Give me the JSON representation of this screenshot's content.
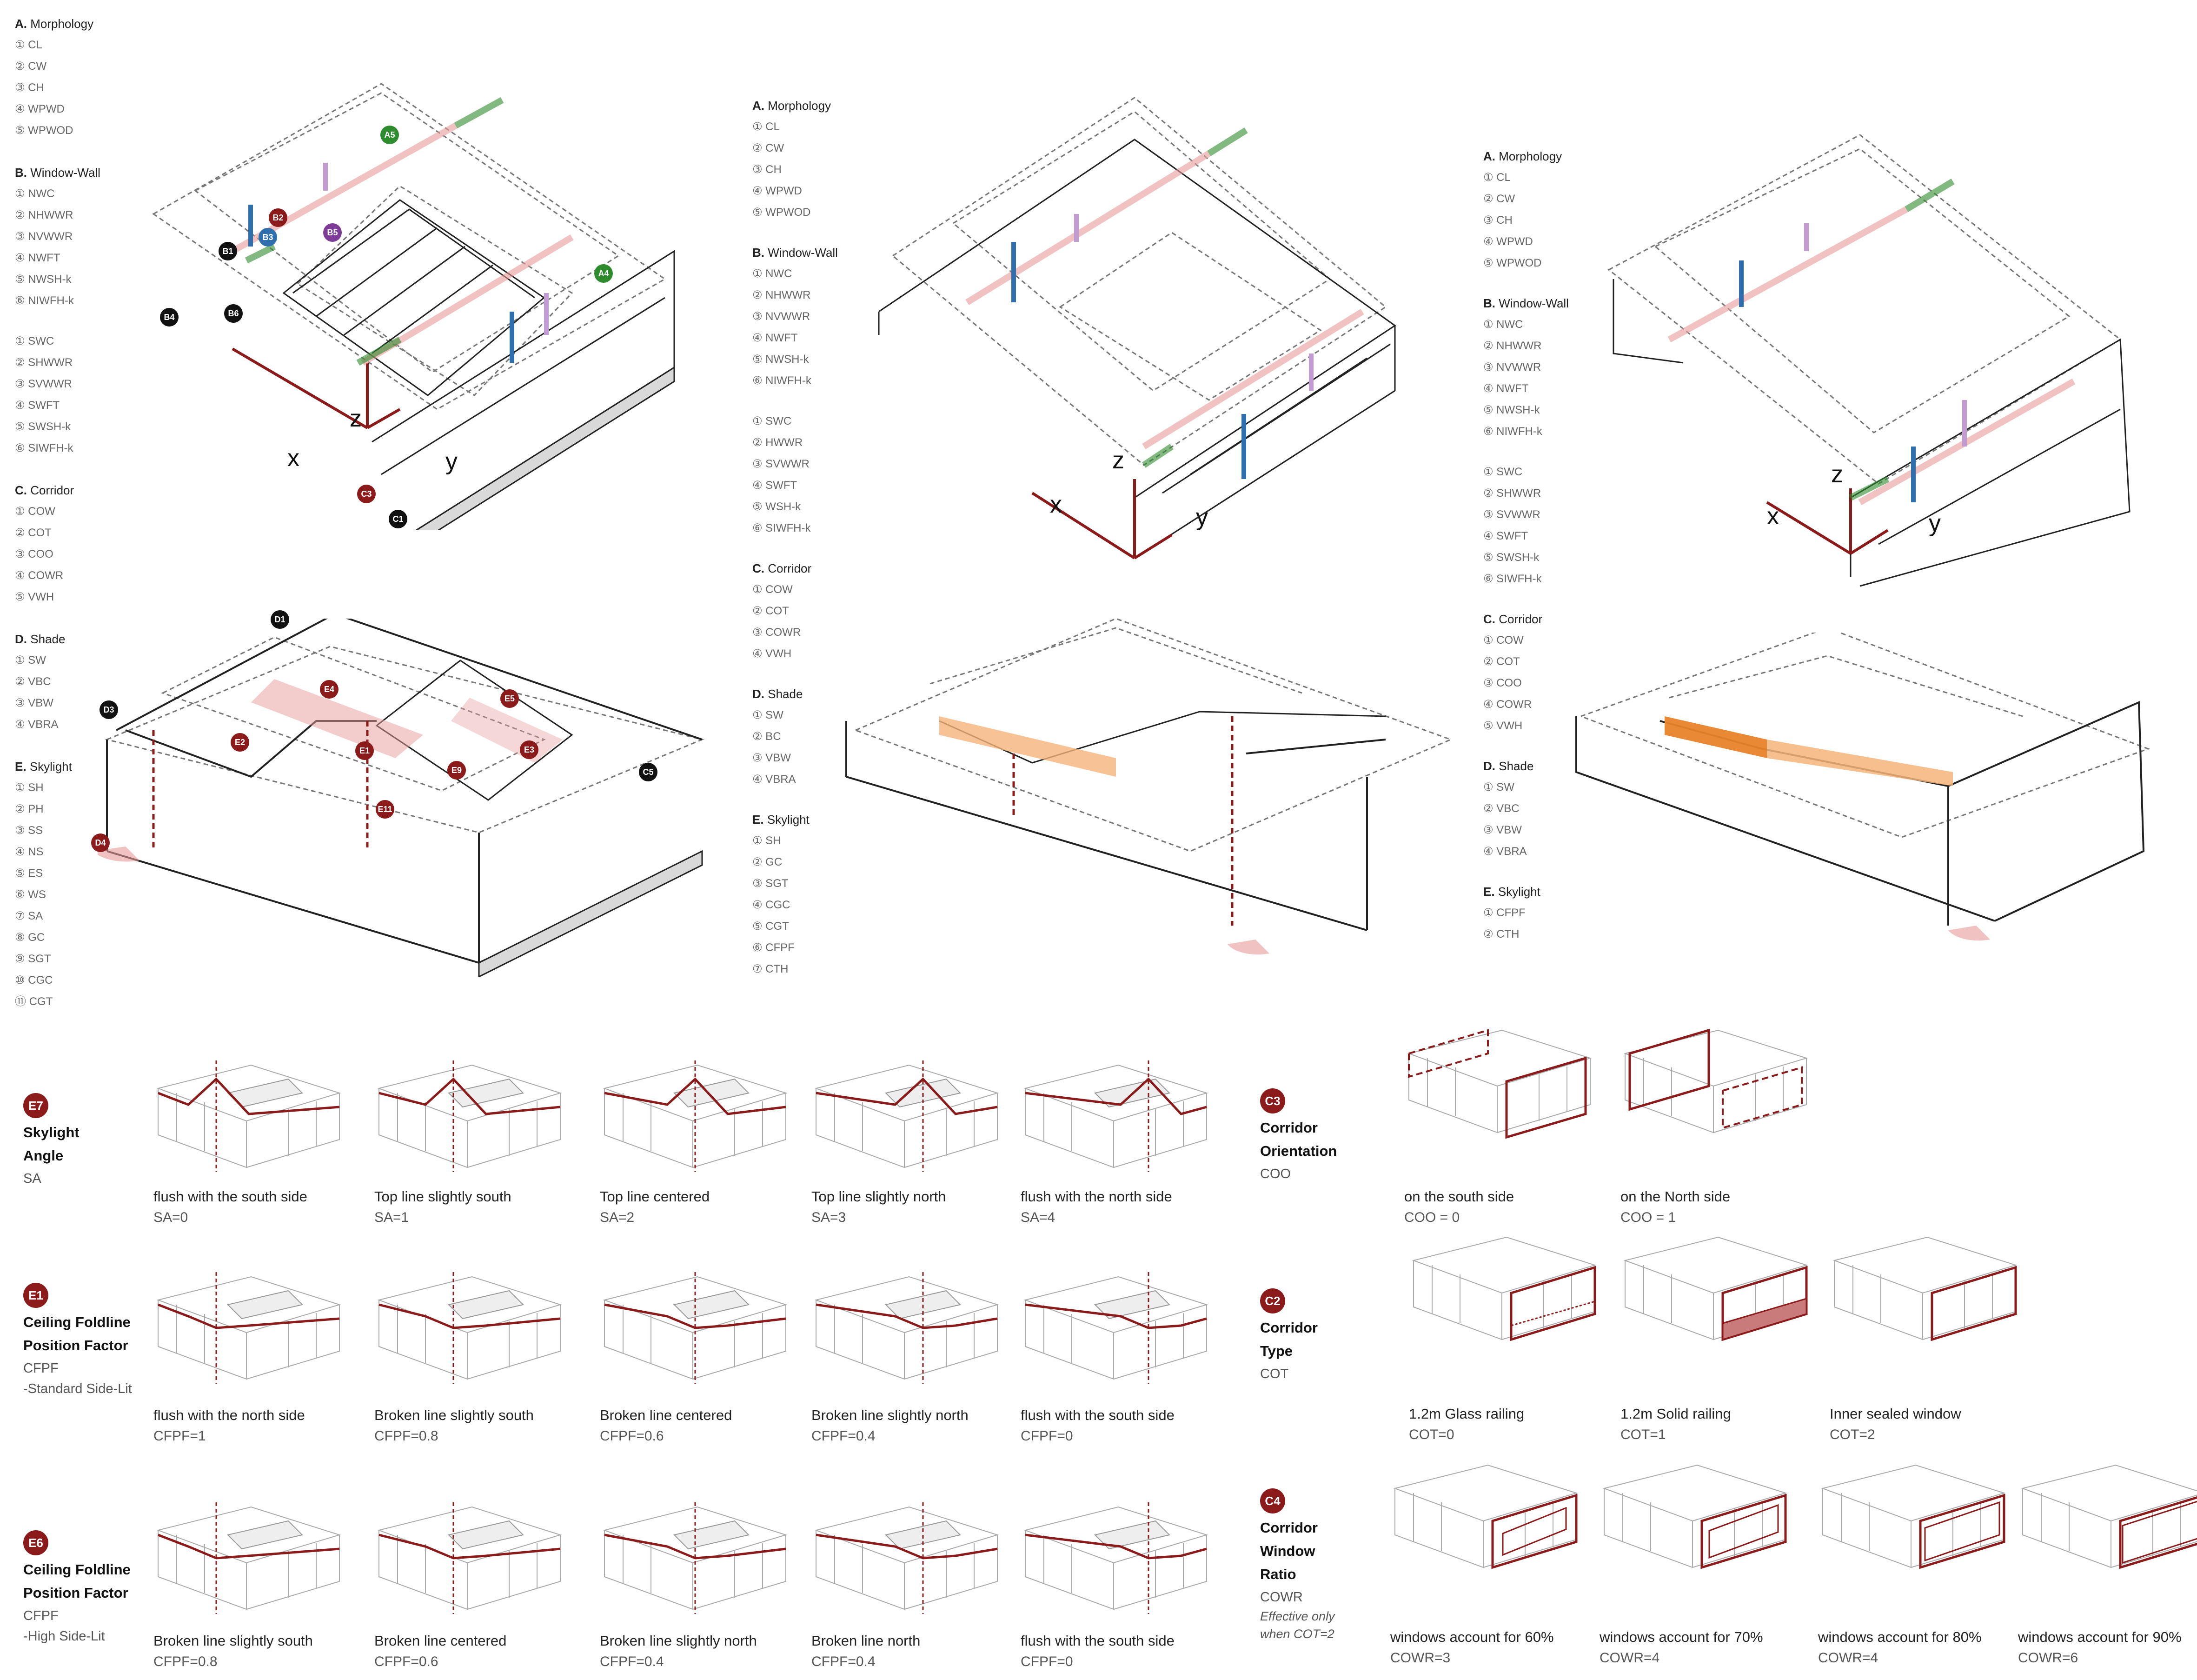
{
  "panel1": {
    "legend": [
      {
        "head": "A.",
        "title": "Morphology",
        "items": [
          "① CL",
          "② CW",
          "③ CH",
          "④ WPWD",
          "⑤ WPWOD"
        ]
      },
      {
        "head": "B.",
        "title": "Window-Wall",
        "items": [
          "① NWC",
          "② NHWWR",
          "③ NVWWR",
          "④ NWFT",
          "⑤ NWSH-k",
          "⑥ NIWFH-k",
          "① SWC",
          "② SHWWR",
          "③ SVWWR",
          "④ SWFT",
          "⑤ SWSH-k",
          "⑥ SIWFH-k"
        ]
      },
      {
        "head": "C.",
        "title": "Corridor",
        "items": [
          "① COW",
          "② COT",
          "③ COO",
          "④ COWR",
          "⑤ VWH"
        ]
      },
      {
        "head": "D.",
        "title": "Shade",
        "items": [
          "① SW",
          "② VBC",
          "③ VBW",
          "④ VBRA"
        ]
      },
      {
        "head": "E.",
        "title": "Skylight",
        "items": [
          "① SH",
          "② PH",
          "③ SS",
          "④ NS",
          "⑤ ES",
          "⑥ WS",
          "⑦ SA",
          "⑧ GC",
          "⑨ SGT",
          "⑩ CGC",
          "⑪ CGT"
        ]
      }
    ],
    "markers": [
      "A5",
      "B2",
      "B3",
      "B5",
      "A4",
      "B1",
      "B4",
      "B6",
      "C3",
      "C1",
      "D1",
      "D3",
      "E4",
      "E5",
      "E2",
      "E1",
      "E3",
      "E9",
      "E11",
      "D4",
      "C5"
    ]
  },
  "panel2": {
    "legend": [
      {
        "head": "A.",
        "title": "Morphology",
        "items": [
          "① CL",
          "② CW",
          "③ CH",
          "④ WPWD",
          "⑤ WPWOD"
        ]
      },
      {
        "head": "B.",
        "title": "Window-Wall",
        "items": [
          "① NWC",
          "② NHWWR",
          "③ NVWWR",
          "④ NWFT",
          "⑤ NWSH-k",
          "⑥ NIWFH-k",
          "① SWC",
          "② HWWR",
          "③ SVWWR",
          "④ SWFT",
          "⑤ WSH-k",
          "⑥ SIWFH-k"
        ]
      },
      {
        "head": "C.",
        "title": "Corridor",
        "items": [
          "① COW",
          "② COT",
          "③ COWR",
          "④ VWH"
        ]
      },
      {
        "head": "D.",
        "title": "Shade",
        "items": [
          "① SW",
          "② BC",
          "③ VBW",
          "④ VBRA"
        ]
      },
      {
        "head": "E.",
        "title": "Skylight",
        "items": [
          "① SH",
          "② GC",
          "③ SGT",
          "④ CGC",
          "⑤ CGT",
          "⑥ CFPF",
          "⑦ CTH"
        ]
      }
    ]
  },
  "panel3": {
    "legend": [
      {
        "head": "A.",
        "title": "Morphology",
        "items": [
          "① CL",
          "② CW",
          "③ CH",
          "④ WPWD",
          "⑤ WPWOD"
        ]
      },
      {
        "head": "B.",
        "title": "Window-Wall",
        "items": [
          "① NWC",
          "② NHWWR",
          "③ NVWWR",
          "④ NWFT",
          "⑤ NWSH-k",
          "⑥ NIWFH-k",
          "① SWC",
          "② SHWWR",
          "③ SVWWR",
          "④ SWFT",
          "⑤ SWSH-k",
          "⑥ SIWFH-k"
        ]
      },
      {
        "head": "C.",
        "title": "Corridor",
        "items": [
          "① COW",
          "② COT",
          "③ COO",
          "④ COWR",
          "⑤ VWH"
        ]
      },
      {
        "head": "D.",
        "title": "Shade",
        "items": [
          "① SW",
          "② VBC",
          "③ VBW",
          "④ VBRA"
        ]
      },
      {
        "head": "E.",
        "title": "Skylight",
        "items": [
          "① CFPF",
          "② CTH"
        ]
      }
    ]
  },
  "axes": {
    "x": "x",
    "y": "y",
    "z": "z"
  },
  "e7": {
    "badge": "E7",
    "title_lines": [
      "Skylight",
      "Angle"
    ],
    "abbr": "SA",
    "items": [
      {
        "label": "flush with the south side",
        "value": "SA=0"
      },
      {
        "label": "Top line slightly south",
        "value": "SA=1"
      },
      {
        "label": "Top line centered",
        "value": "SA=2"
      },
      {
        "label": "Top line slightly north",
        "value": "SA=3"
      },
      {
        "label": "flush with the north side",
        "value": "SA=4"
      }
    ]
  },
  "e1": {
    "badge": "E1",
    "title_lines": [
      "Ceiling Foldline",
      "Position Factor"
    ],
    "abbr": "CFPF",
    "note": "-Standard Side-Lit",
    "items": [
      {
        "label": "flush with the north side",
        "value": "CFPF=1"
      },
      {
        "label": "Broken line slightly south",
        "value": "CFPF=0.8"
      },
      {
        "label": "Broken line centered",
        "value": "CFPF=0.6"
      },
      {
        "label": "Broken line slightly north",
        "value": "CFPF=0.4"
      },
      {
        "label": "flush with the south side",
        "value": "CFPF=0"
      }
    ]
  },
  "e6": {
    "badge": "E6",
    "title_lines": [
      "Ceiling Foldline",
      "Position Factor"
    ],
    "abbr": "CFPF",
    "note": "-High Side-Lit",
    "items": [
      {
        "label": "Broken line slightly south",
        "value": "CFPF=0.8"
      },
      {
        "label": "Broken line centered",
        "value": "CFPF=0.6"
      },
      {
        "label": "Broken line slightly north",
        "value": "CFPF=0.4"
      },
      {
        "label": "Broken line north",
        "value": "CFPF=0.4"
      },
      {
        "label": "flush with the south side",
        "value": "CFPF=0"
      }
    ]
  },
  "c3": {
    "badge": "C3",
    "title_lines": [
      "Corridor",
      "Orientation"
    ],
    "abbr": "COO",
    "items": [
      {
        "label": "on the south side",
        "value": "COO = 0"
      },
      {
        "label": "on the North side",
        "value": "COO = 1"
      }
    ]
  },
  "c2": {
    "badge": "C2",
    "title_lines": [
      "Corridor",
      "Type"
    ],
    "abbr": "COT",
    "items": [
      {
        "label": "1.2m Glass railing",
        "value": "COT=0"
      },
      {
        "label": "1.2m Solid railing",
        "value": "COT=1"
      },
      {
        "label": "Inner sealed window",
        "value": "COT=2"
      }
    ]
  },
  "c4": {
    "badge": "C4",
    "title_lines": [
      "Corridor",
      "Window",
      "Ratio"
    ],
    "abbr": "COWR",
    "note_lines": [
      "Effective only",
      "when COT=2"
    ],
    "items": [
      {
        "label": "windows account for 60%",
        "value": "COWR=3"
      },
      {
        "label": "windows account for 70%",
        "value": "COWR=4"
      },
      {
        "label": "windows account for 80%",
        "value": "COWR=4"
      },
      {
        "label": "windows account for 90%",
        "value": "COWR=6"
      }
    ]
  },
  "colors": {
    "accent": "#8b1a1a",
    "green": "#2e8b2e",
    "blue": "#2f6fae",
    "purple": "#7d3c98",
    "orange": "#e8822a",
    "line": "#222222",
    "dashed": "#777777"
  }
}
